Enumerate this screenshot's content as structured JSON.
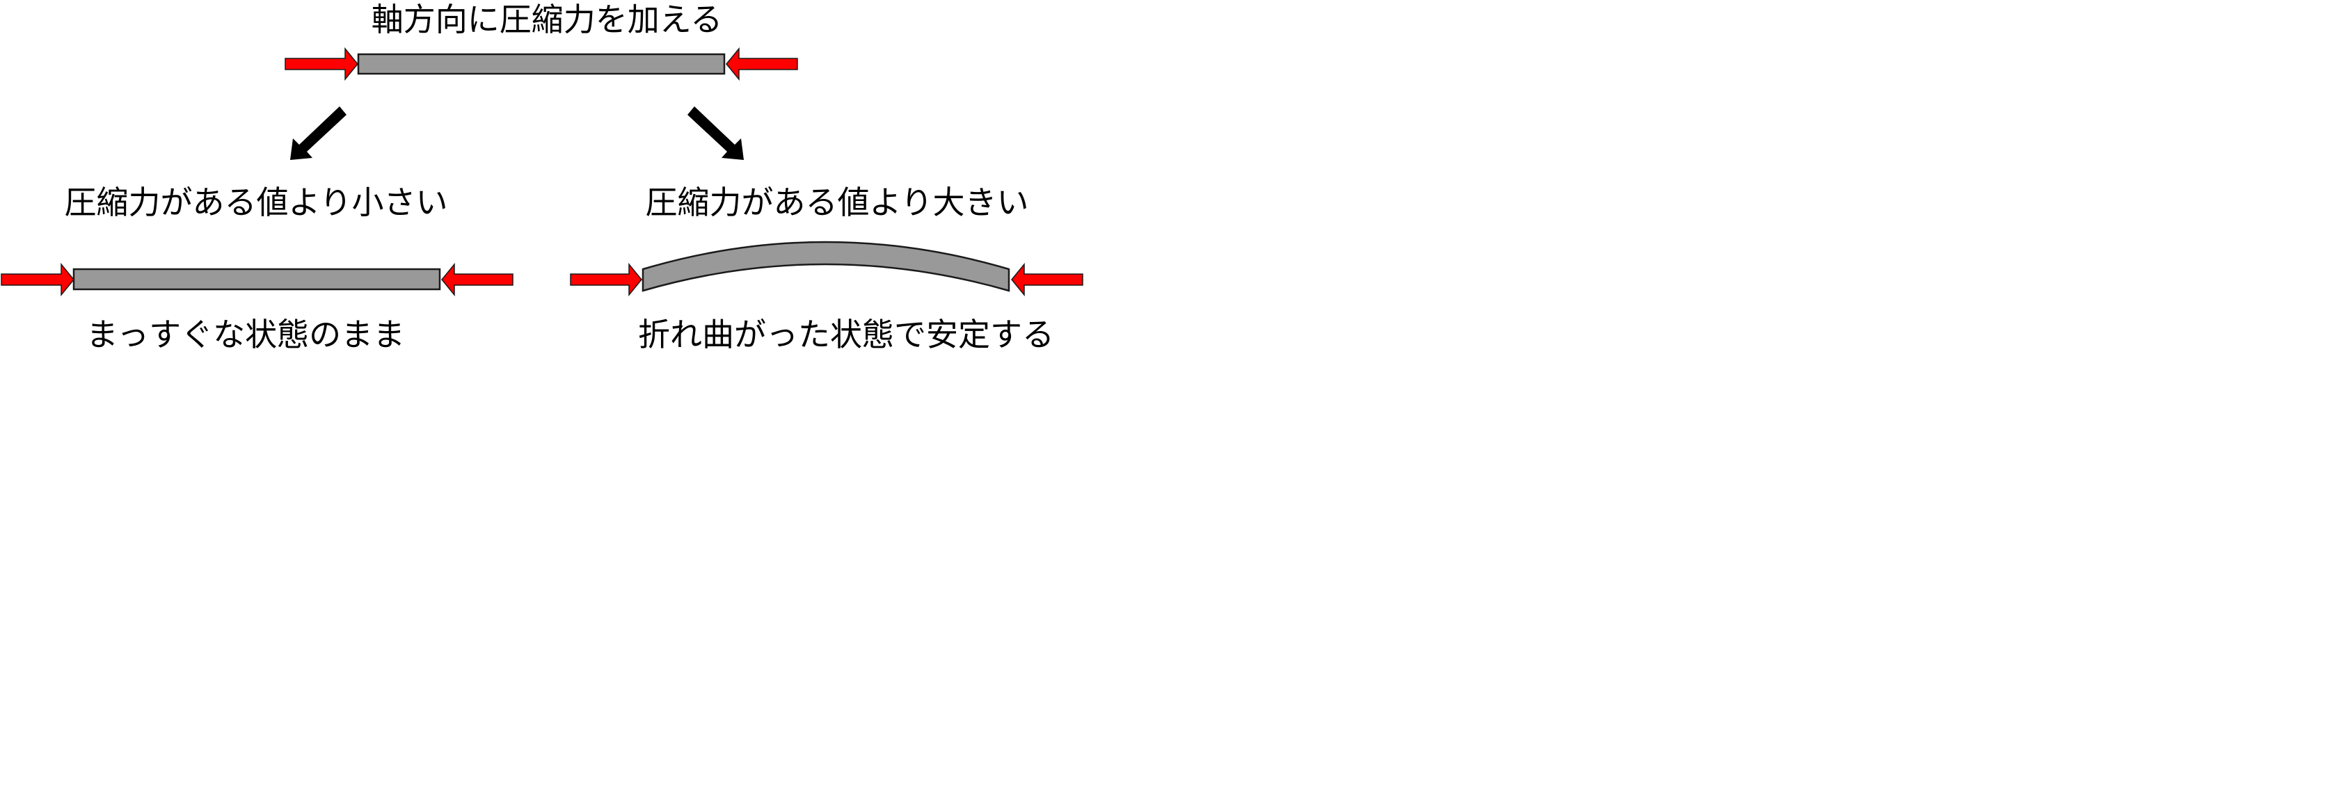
{
  "title": "軸方向に圧縮力を加える",
  "left_branch": {
    "condition": "圧縮力がある値より小さい",
    "result": "まっすぐな状態のまま"
  },
  "right_branch": {
    "condition": "圧縮力がある値より大きい",
    "result": "折れ曲がった状態で安定する"
  },
  "colors": {
    "force_arrow": "#ff0000",
    "column": "#999999",
    "outline": "#1a1a1a",
    "flow_arrow": "#000000"
  }
}
